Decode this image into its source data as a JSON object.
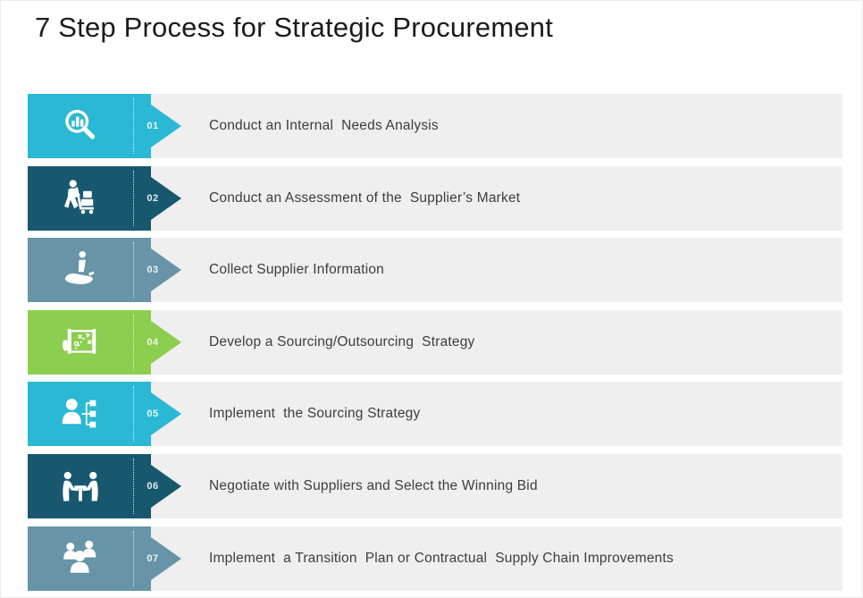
{
  "title": "7 Step Process for Strategic Procurement",
  "colors": {
    "cyan": "#2bb8d4",
    "navy": "#17586f",
    "steel_blue": "#6794a7",
    "green": "#8cce4e",
    "bar_background": "#efefef",
    "label_text": "#3d3d3d",
    "number_text": "#ffffff",
    "title_text": "#1b1b1b",
    "page_background": "#ffffff"
  },
  "steps": [
    {
      "number": "01",
      "color": "#2bb8d4",
      "icon": "magnifier-chart-icon",
      "label": "Conduct an Internal  Needs Analysis"
    },
    {
      "number": "02",
      "color": "#17586f",
      "icon": "worker-cart-icon",
      "label": "Conduct an Assessment of the  Supplier’s Market"
    },
    {
      "number": "03",
      "color": "#6794a7",
      "icon": "hand-info-icon",
      "label": "Collect Supplier Information"
    },
    {
      "number": "04",
      "color": "#8cce4e",
      "icon": "strategy-board-icon",
      "label": "Develop a Sourcing/Outsourcing  Strategy"
    },
    {
      "number": "05",
      "color": "#2bb8d4",
      "icon": "person-hierarchy-icon",
      "label": "Implement  the Sourcing Strategy"
    },
    {
      "number": "06",
      "color": "#17586f",
      "icon": "negotiation-icon",
      "label": "Negotiate with Suppliers and Select the Winning Bid"
    },
    {
      "number": "07",
      "color": "#6794a7",
      "icon": "team-icon",
      "label": "Implement  a Transition  Plan or Contractual  Supply Chain Improvements"
    }
  ]
}
